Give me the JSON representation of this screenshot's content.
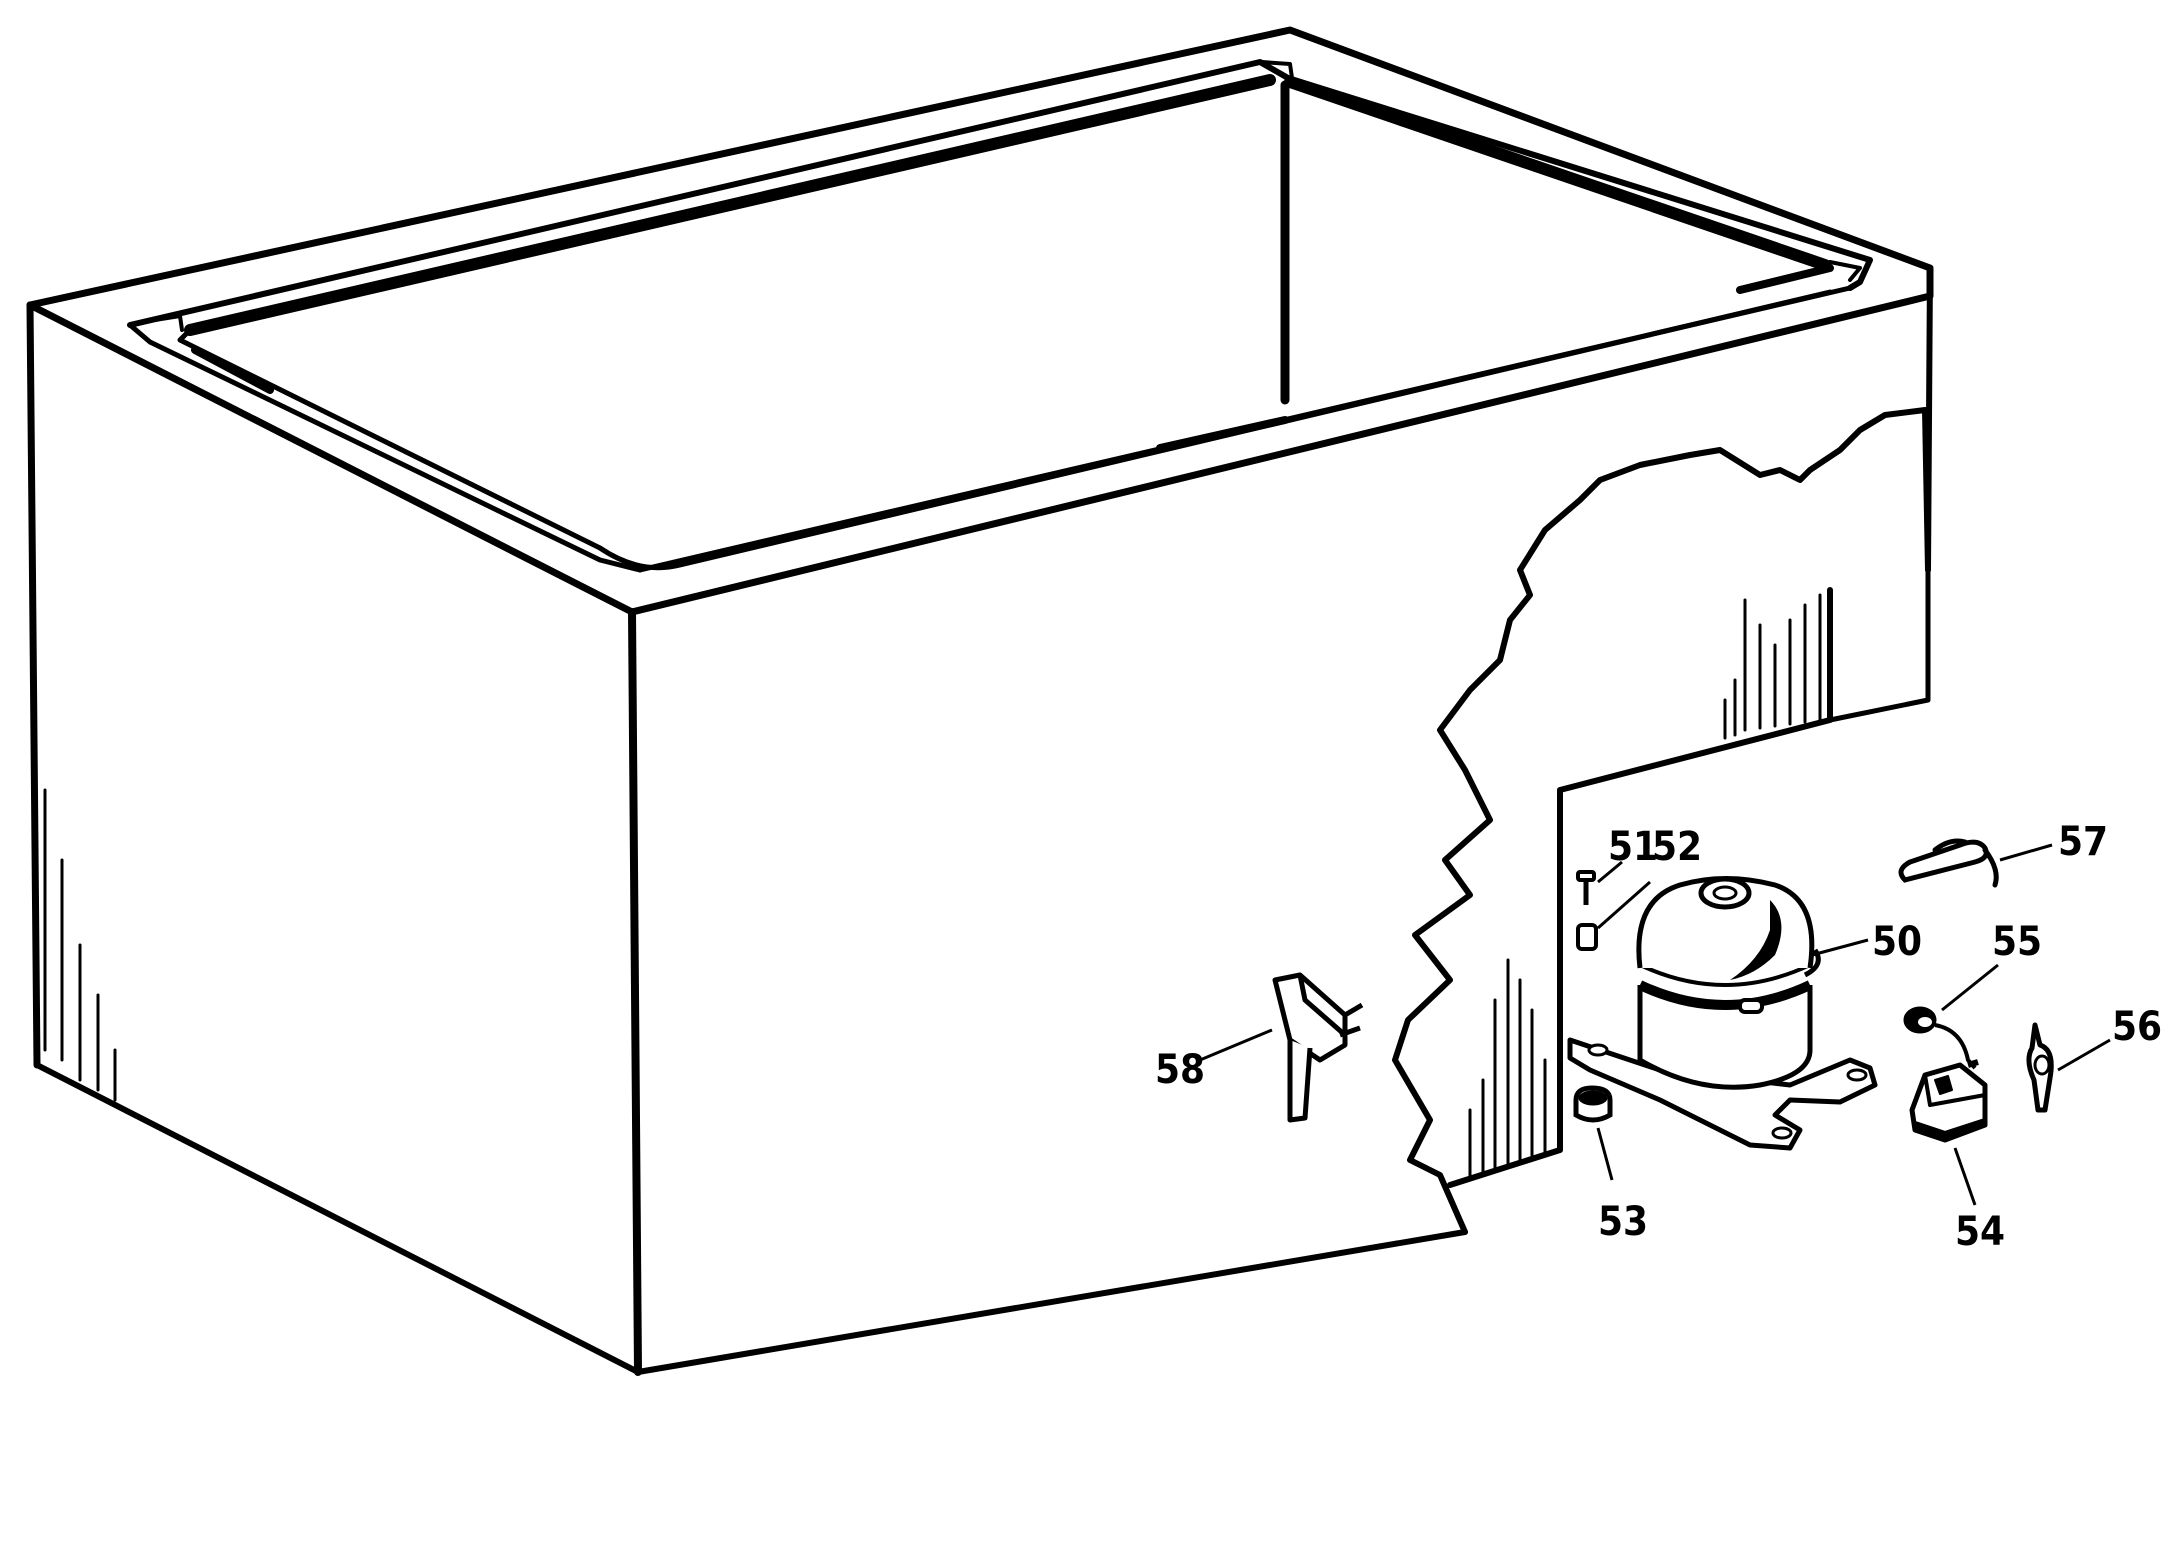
{
  "diagram": {
    "callouts": [
      {
        "id": "c50",
        "label": "50",
        "part": "compressor"
      },
      {
        "id": "c51",
        "label": "51",
        "part": "bolt"
      },
      {
        "id": "c52",
        "label": "52",
        "part": "spacer"
      },
      {
        "id": "c53",
        "label": "53",
        "part": "grommet"
      },
      {
        "id": "c54",
        "label": "54",
        "part": "relay"
      },
      {
        "id": "c55",
        "label": "55",
        "part": "overload-cap"
      },
      {
        "id": "c56",
        "label": "56",
        "part": "clip"
      },
      {
        "id": "c57",
        "label": "57",
        "part": "spring-clip"
      },
      {
        "id": "c58",
        "label": "58",
        "part": "power-cord-plug"
      }
    ],
    "colors": {
      "line": "#000000",
      "background": "#ffffff"
    }
  }
}
